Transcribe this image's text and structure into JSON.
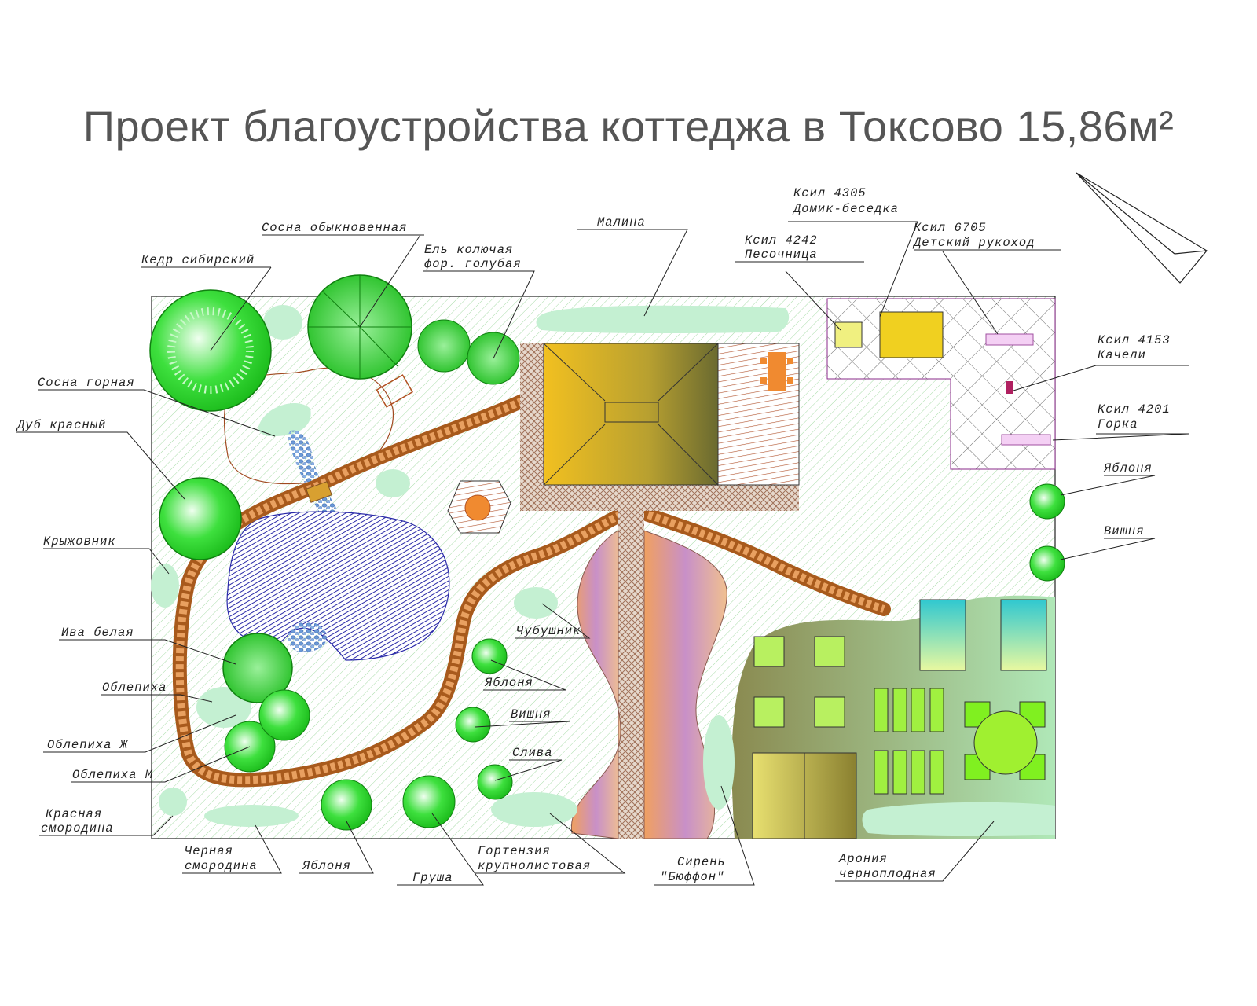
{
  "title": "Проект благоустройства коттеджа в Токсово 15,86м²",
  "colors": {
    "lawn_hatch": "#9dd49d",
    "path_brown": "#b86a2a",
    "pond_blue": "#2a2aa8",
    "tree_green": "#22c522",
    "shrub_mint": "#c8f2d6",
    "playground_line": "#8a2a8a"
  },
  "labels": {
    "kedr": "Кедр сибирский",
    "sosna_obyk": "Сосна обыкновенная",
    "el_1": "Ель колючая",
    "el_2": "фор. голубая",
    "malina": "Малина",
    "ksil4305_code": "Ксил   4305",
    "ksil4305_name": "Домик-беседка",
    "ksil6705_code": "Ксил  6705",
    "ksil6705_name": "Детский рукоход",
    "ksil4242_code": "Ксил    4242",
    "ksil4242_name": "Песочница",
    "ksil4153_code": "Ксил   4153",
    "ksil4153_name": "Качели",
    "ksil4201_code": "Ксил   4201",
    "ksil4201_name": "Горка",
    "sosna_gornaya": "Сосна горная",
    "dub": "Дуб красный",
    "kryzhovnik": "Крыжовник",
    "iva": "Ива белая",
    "oblepiha": "Облепиха",
    "oblepiha_zh": "Облепиха  Ж",
    "oblepiha_m": "Облепиха  М",
    "krasnaya_1": "Красная",
    "krasnaya_2": "смородина",
    "chernaya_1": "Черная",
    "chernaya_2": "смородина",
    "yablonya_bottom": "Яблоня",
    "grusha": "Груша",
    "gortenziya_1": "Гортензия",
    "gortenziya_2": "крупнолистовая",
    "siren_1": "Сирень",
    "siren_2": "\"Бюффон\"",
    "aroniya_1": "Арония",
    "aroniya_2": "черноплодная",
    "chubushnik": "Чубушник",
    "yablonya_mid": "Яблоня",
    "vishnya_mid": "Вишня",
    "sliva": "Слива",
    "yablonya_right": "Яблоня",
    "vishnya_right": "Вишня"
  }
}
